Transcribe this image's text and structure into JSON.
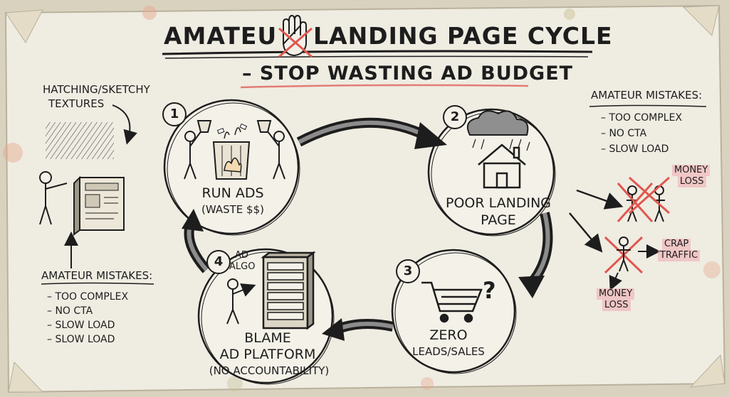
{
  "title": "AMATEU LANDING PAGE CYCLE",
  "title_left": "AMATEU",
  "title_right": "LANDING PAGE CYCLE",
  "subtitle": "– STOP WASTING AD BUDGET",
  "colors": {
    "paper": "#efece2",
    "ink": "#1d1d1d",
    "accent_red": "#e0574f",
    "highlight_pink": "#f0aaaf"
  },
  "steps": [
    {
      "number": "1",
      "label": "RUN ADS",
      "sub": "(WASTE $$)"
    },
    {
      "number": "2",
      "label": "POOR LANDING",
      "label2": "PAGE"
    },
    {
      "number": "3",
      "label": "ZERO",
      "sub": "LEADS/SALES"
    },
    {
      "number": "4",
      "label": "BLAME",
      "label2": "AD PLATFORM",
      "sub": "(NO ACCOUNTABILITY)",
      "tag": "AD",
      "tag2": "ALGO",
      "server_label": "AD ALGO"
    }
  ],
  "left_note": {
    "line1": "HATCHING/SKETCHY",
    "line2": "TEXTURES"
  },
  "left_mistakes": {
    "heading": "AMATEUR MISTAKES:",
    "items": [
      "– TOO COMPLEX",
      "– NO CTA",
      "– SLOW LOAD",
      "– SLOW LOAD"
    ]
  },
  "right_mistakes": {
    "heading": "AMATEUR MISTAKES:",
    "items": [
      "– TOO COMPLEX",
      "– NO CTA",
      "– SLOW LOAD"
    ]
  },
  "outcomes": {
    "money_loss_1": "MONEY",
    "money_loss_1b": "LOSS",
    "crap_traffic": "CRAP",
    "crap_traffic_b": "TRAFFIC",
    "money_loss_2": "MONEY",
    "money_loss_2b": "LOSS"
  },
  "icons": [
    "hand-stop-icon",
    "trash-fire-icon",
    "rain-cloud-icon",
    "house-icon",
    "shopping-cart-icon",
    "question-mark-icon",
    "server-rack-icon",
    "stick-figure-icon",
    "crossed-out-icon"
  ]
}
